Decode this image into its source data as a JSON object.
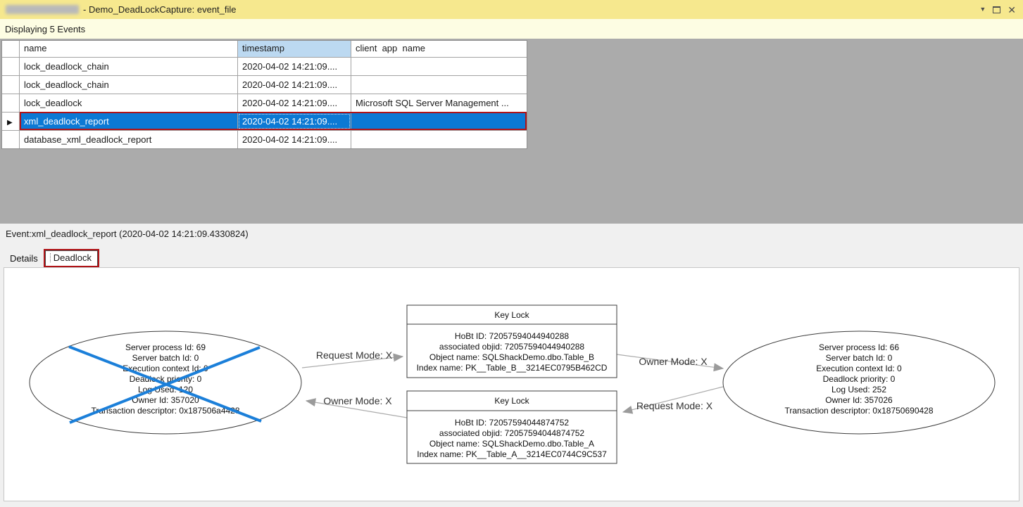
{
  "window": {
    "title": "- Demo_DeadLockCapture: event_file",
    "controls": {
      "menu": "▼",
      "close": "✕"
    }
  },
  "status_bar": {
    "text": "Displaying 5 Events"
  },
  "events_table": {
    "columns": {
      "name": "name",
      "timestamp": "timestamp",
      "client_app_name": "client  app  name"
    },
    "row_marker": "▶",
    "rows": [
      {
        "name": "lock_deadlock_chain",
        "timestamp": "2020-04-02 14:21:09....",
        "client_app_name": ""
      },
      {
        "name": "lock_deadlock_chain",
        "timestamp": "2020-04-02 14:21:09....",
        "client_app_name": ""
      },
      {
        "name": "lock_deadlock",
        "timestamp": "2020-04-02 14:21:09....",
        "client_app_name": "Microsoft SQL Server Management ..."
      },
      {
        "name": "xml_deadlock_report",
        "timestamp": "2020-04-02 14:21:09....",
        "client_app_name": ""
      },
      {
        "name": "database_xml_deadlock_report",
        "timestamp": "2020-04-02 14:21:09....",
        "client_app_name": ""
      }
    ],
    "selected_row_index": 3
  },
  "event_detail": {
    "header": "Event:xml_deadlock_report (2020-04-02 14:21:09.4330824)",
    "tabs": {
      "details": "Details",
      "deadlock": "Deadlock"
    }
  },
  "deadlock_graph": {
    "victim_process": {
      "lines": [
        "Server process Id: 69",
        "Server batch Id: 0",
        "Execution context Id: 0",
        "Deadlock priority: 0",
        "Log Used: 120",
        "Owner Id: 357020",
        "Transaction descriptor: 0x187506a4428"
      ]
    },
    "survivor_process": {
      "lines": [
        "Server process Id: 66",
        "Server batch Id: 0",
        "Execution context Id: 0",
        "Deadlock priority: 0",
        "Log Used: 252",
        "Owner Id: 357026",
        "Transaction descriptor: 0x18750690428"
      ]
    },
    "resource_top": {
      "title": "Key Lock",
      "lines": [
        "HoBt ID: 72057594044940288",
        "associated objid: 72057594044940288",
        "Object name: SQLShackDemo.dbo.Table_B",
        "Index name: PK__Table_B__3214EC0795B462CD"
      ]
    },
    "resource_bottom": {
      "title": "Key Lock",
      "lines": [
        "HoBt ID: 72057594044874752",
        "associated objid: 72057594044874752",
        "Object name: SQLShackDemo.dbo.Table_A",
        "Index name: PK__Table_A__3214EC0744C9C537"
      ]
    },
    "edges": [
      {
        "label": "Request Mode: X"
      },
      {
        "label": "Owner Mode: X"
      },
      {
        "label": "Owner Mode: X"
      },
      {
        "label": "Request Mode: X"
      }
    ]
  },
  "colors": {
    "titlebar": "#F6E88E",
    "status_bar": "#FDFDE3",
    "canvas_gray": "#ABABAB",
    "selection_blue": "#0C79D4",
    "highlight_red": "#AF1317",
    "sorted_column_blue": "#BCD9F1",
    "victim_cross_blue": "#1B7FD9"
  }
}
